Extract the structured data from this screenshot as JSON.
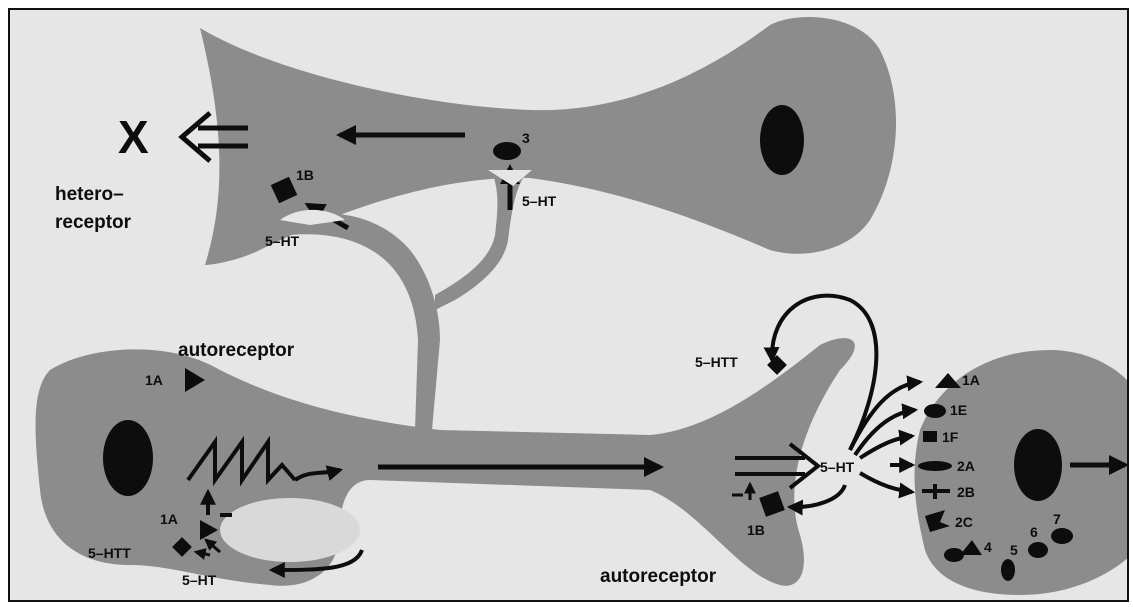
{
  "labels": {
    "x_mark": "X",
    "hetero_1": "hetero–",
    "hetero_2": "receptor",
    "autoreceptor_top": "autoreceptor",
    "autoreceptor_bottom": "autoreceptor",
    "ht_top_left": "5–HT",
    "ht_top_right": "5–HT",
    "ht_bottom_left": "5–HT",
    "ht_right": "5–HT",
    "htt_left": "5–HTT",
    "htt_right": "5–HTT",
    "r1b_top": "1B",
    "r1b_bottom": "1B",
    "r3": "3",
    "r1a_soma": "1A",
    "r1a_terminal": "1A",
    "post_1a": "1A",
    "post_1e": "1E",
    "post_1f": "1F",
    "post_2a": "2A",
    "post_2b": "2B",
    "post_2c": "2C",
    "post_4": "4",
    "post_5": "5",
    "post_6": "6",
    "post_7": "7"
  },
  "colors": {
    "background": "#e6e6e6",
    "neuron": "#8c8c8c",
    "vesicle": "#d9d9d9",
    "ink": "#0d0d0d"
  }
}
